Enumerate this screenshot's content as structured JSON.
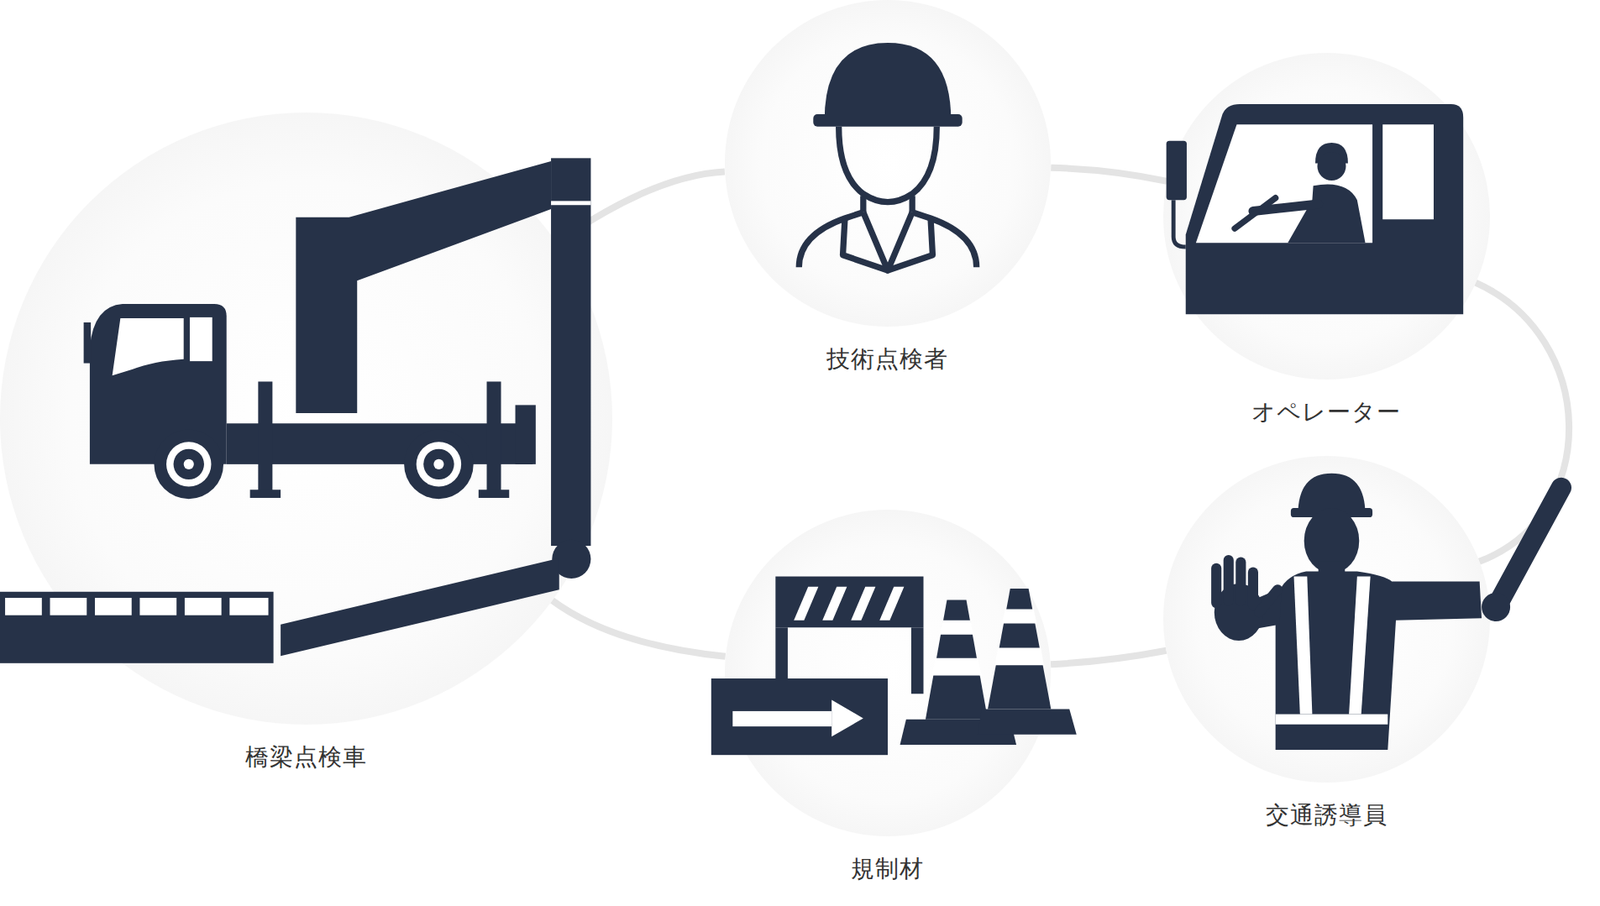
{
  "diagram": {
    "nodes": [
      {
        "text": [
          "橋梁点検車"
        ]
      },
      {
        "text": [
          "技術点検者"
        ]
      },
      {
        "text": [
          "オペレーター"
        ]
      },
      {
        "text": [
          "交通誘導員"
        ]
      },
      {
        "text": [
          "規制材"
        ]
      }
    ],
    "edges": [
      {
        "from": 0,
        "to": 1,
        "arrow": "none"
      },
      {
        "from": 1,
        "to": 2,
        "arrow": "none"
      },
      {
        "from": 2,
        "to": 3,
        "arrow": "none"
      },
      {
        "from": 3,
        "to": 4,
        "arrow": "none"
      },
      {
        "from": 4,
        "to": 0,
        "arrow": "none"
      }
    ]
  }
}
